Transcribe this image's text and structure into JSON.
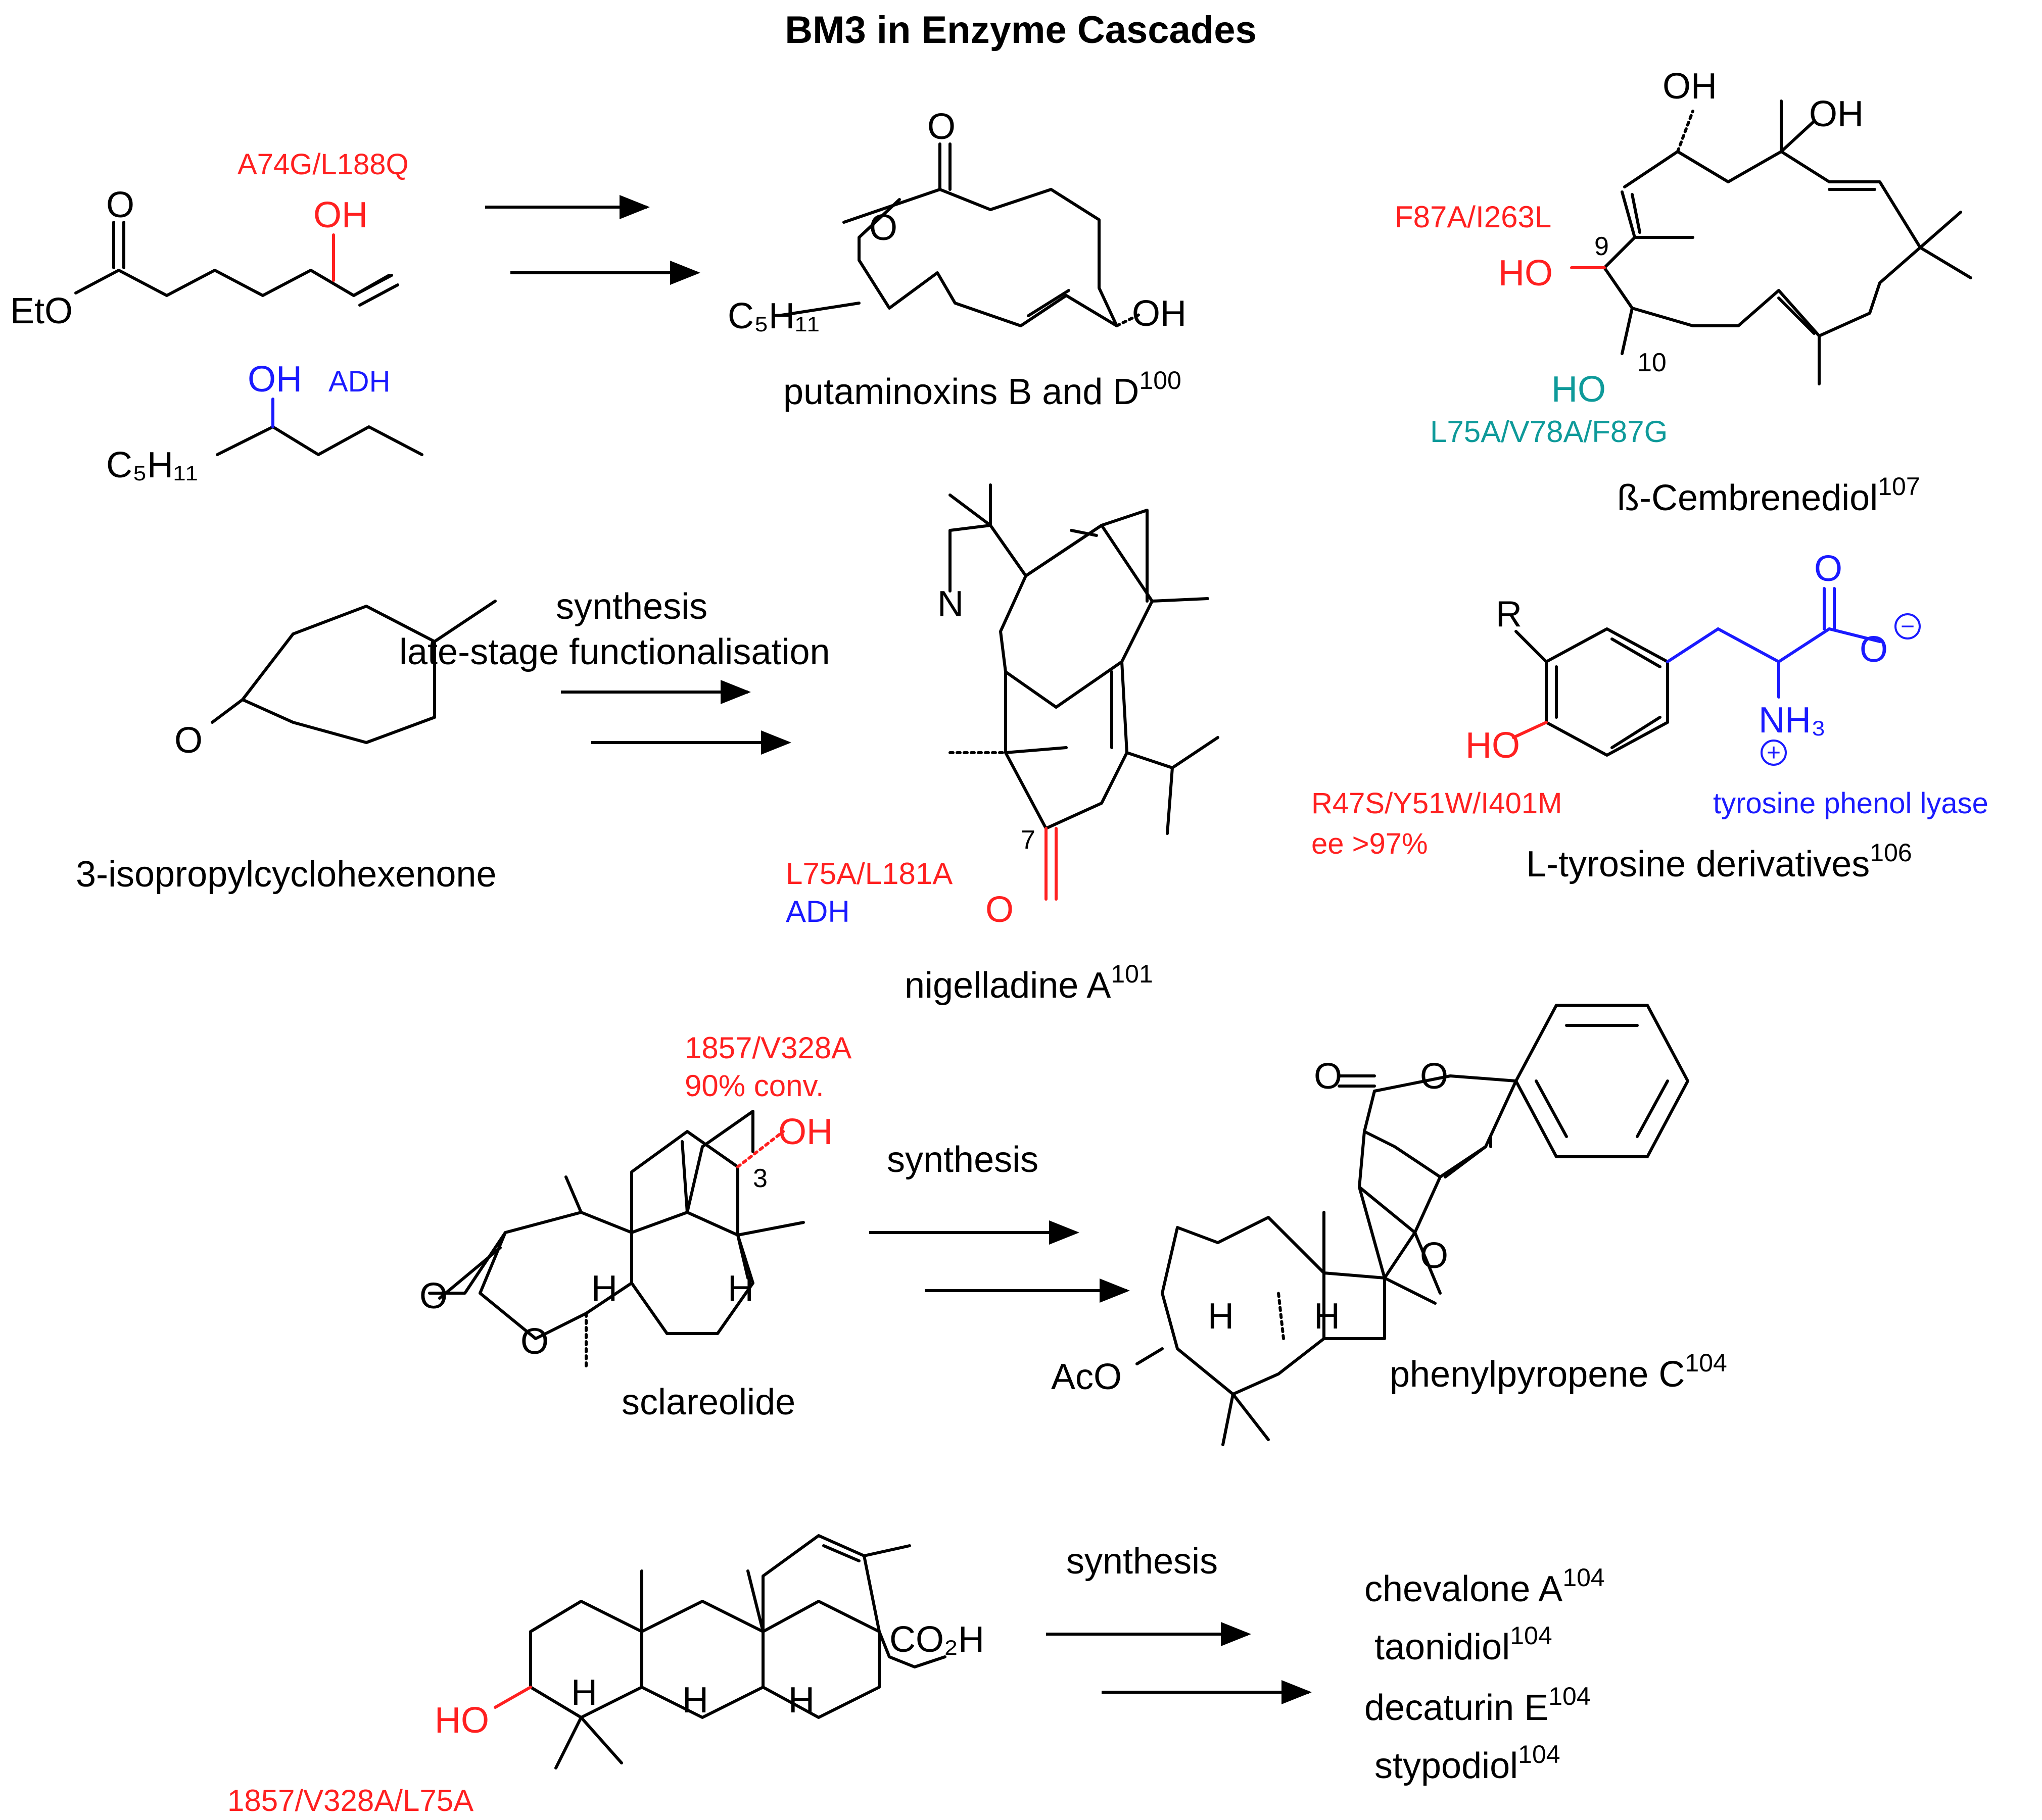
{
  "title": "BM3 in Enzyme Cascades",
  "row1": {
    "mutant": "A74G/L188Q",
    "reagent_oh": "OH",
    "reagent_eto": "EtO",
    "reagent_o": "O",
    "co_oh": "OH",
    "co_enzyme": "ADH",
    "co_c5h11": "C₅H₁₁",
    "product_o_top": "O",
    "product_o_ring": "O",
    "product_oh": "OH",
    "product_c5h11": "C₅H₁₁",
    "product_name": "putaminoxins B and D",
    "product_ref": "100"
  },
  "cembrene": {
    "oh_top1": "OH",
    "oh_top2": "OH",
    "mutant_a": "F87A/I263L",
    "ho_9": "HO",
    "num_9": "9",
    "num_10": "10",
    "ho_10": "HO",
    "mutant_b": "L75A/V78A/F87G",
    "name": "ß-Cembrenediol",
    "ref": "107"
  },
  "row2": {
    "arrow_label_1": "synthesis",
    "arrow_label_2": "late-stage functionalisation",
    "start_o": "O",
    "start_name": "3-isopropylcyclohexenone",
    "n_label": "N",
    "ketone_o": "O",
    "num_7": "7",
    "mutant": "L75A/L181A",
    "enzyme": "ADH",
    "product_name": "nigelladine A",
    "product_ref": "101"
  },
  "tyrosine": {
    "r": "R",
    "ho": "HO",
    "o_top": "O",
    "o_minus": "O",
    "minus": "−",
    "nh3": "NH₃",
    "plus": "+",
    "mutant": "R47S/Y51W/I401M",
    "ee": "ee >97%",
    "enzyme": "tyrosine phenol lyase",
    "name": "L-tyrosine derivatives",
    "ref": "106"
  },
  "row3": {
    "mutant": "1857/V328A",
    "conv": "90% conv.",
    "oh": "OH",
    "num_3": "3",
    "arrow_label": "synthesis",
    "lactone_o": "O",
    "ring_o": "O",
    "h1": "H",
    "h2": "H",
    "start_name": "sclareolide",
    "pyrone_o1": "O",
    "pyrone_o2": "O",
    "pyran_o": "O",
    "h3": "H",
    "h4": "H",
    "aco": "AcO",
    "product_name": "phenylpyropene C",
    "product_ref": "104"
  },
  "row4": {
    "arrow_label": "synthesis",
    "co2h": "CO₂H",
    "ho": "HO",
    "h1": "H",
    "h2": "H",
    "h3": "H",
    "mutant": "1857/V328A/L75A",
    "products": [
      {
        "name": "chevalone A",
        "ref": "104"
      },
      {
        "name": "taonidiol",
        "ref": "104"
      },
      {
        "name": "decaturin E",
        "ref": "104"
      },
      {
        "name": "stypodiol",
        "ref": "104"
      }
    ]
  }
}
